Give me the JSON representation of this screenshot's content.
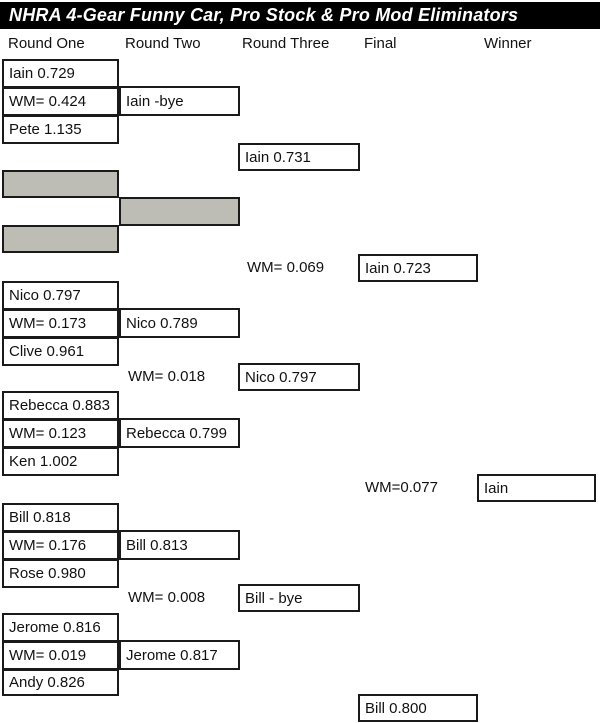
{
  "title": "NHRA 4-Gear Funny Car, Pro Stock & Pro Mod Eliminators",
  "headers": [
    "Round One",
    "Round Two",
    "Round Three",
    "Final",
    "Winner"
  ],
  "round1": [
    {
      "racer1": "Iain 0.729",
      "wm": "WM= 0.424",
      "racer2": "Pete 1.135"
    },
    {
      "racer1": "Nico 0.797",
      "wm": "WM= 0.173",
      "racer2": "Clive 0.961"
    },
    {
      "racer1": "Rebecca 0.883",
      "wm": "WM= 0.123",
      "racer2": "Ken 1.002"
    },
    {
      "racer1": "Bill 0.818",
      "wm": "WM= 0.176",
      "racer2": "Rose 0.980"
    },
    {
      "racer1": "Jerome 0.816",
      "wm": "WM= 0.019",
      "racer2": "Andy 0.826"
    }
  ],
  "round2": [
    "Iain -bye",
    "Nico 0.789",
    "Rebecca 0.799",
    "Bill 0.813",
    "Jerome 0.817"
  ],
  "round3": [
    {
      "label": "Iain 0.731",
      "wm": ""
    },
    {
      "label": "Nico 0.797",
      "wm": "WM= 0.018"
    },
    {
      "label": "Bill - bye",
      "wm": "WM= 0.008"
    }
  ],
  "final": [
    {
      "label": "Iain 0.723",
      "wm": "WM= 0.069"
    },
    {
      "label": "Bill 0.800",
      "wm": ""
    }
  ],
  "winner": {
    "label": "Iain",
    "wm": "WM=0.077"
  },
  "colors": {
    "title_bg": "#000000",
    "title_fg": "#ffffff",
    "box_border": "#1a1a1a",
    "empty_slot_fill": "#bdbcb5"
  }
}
